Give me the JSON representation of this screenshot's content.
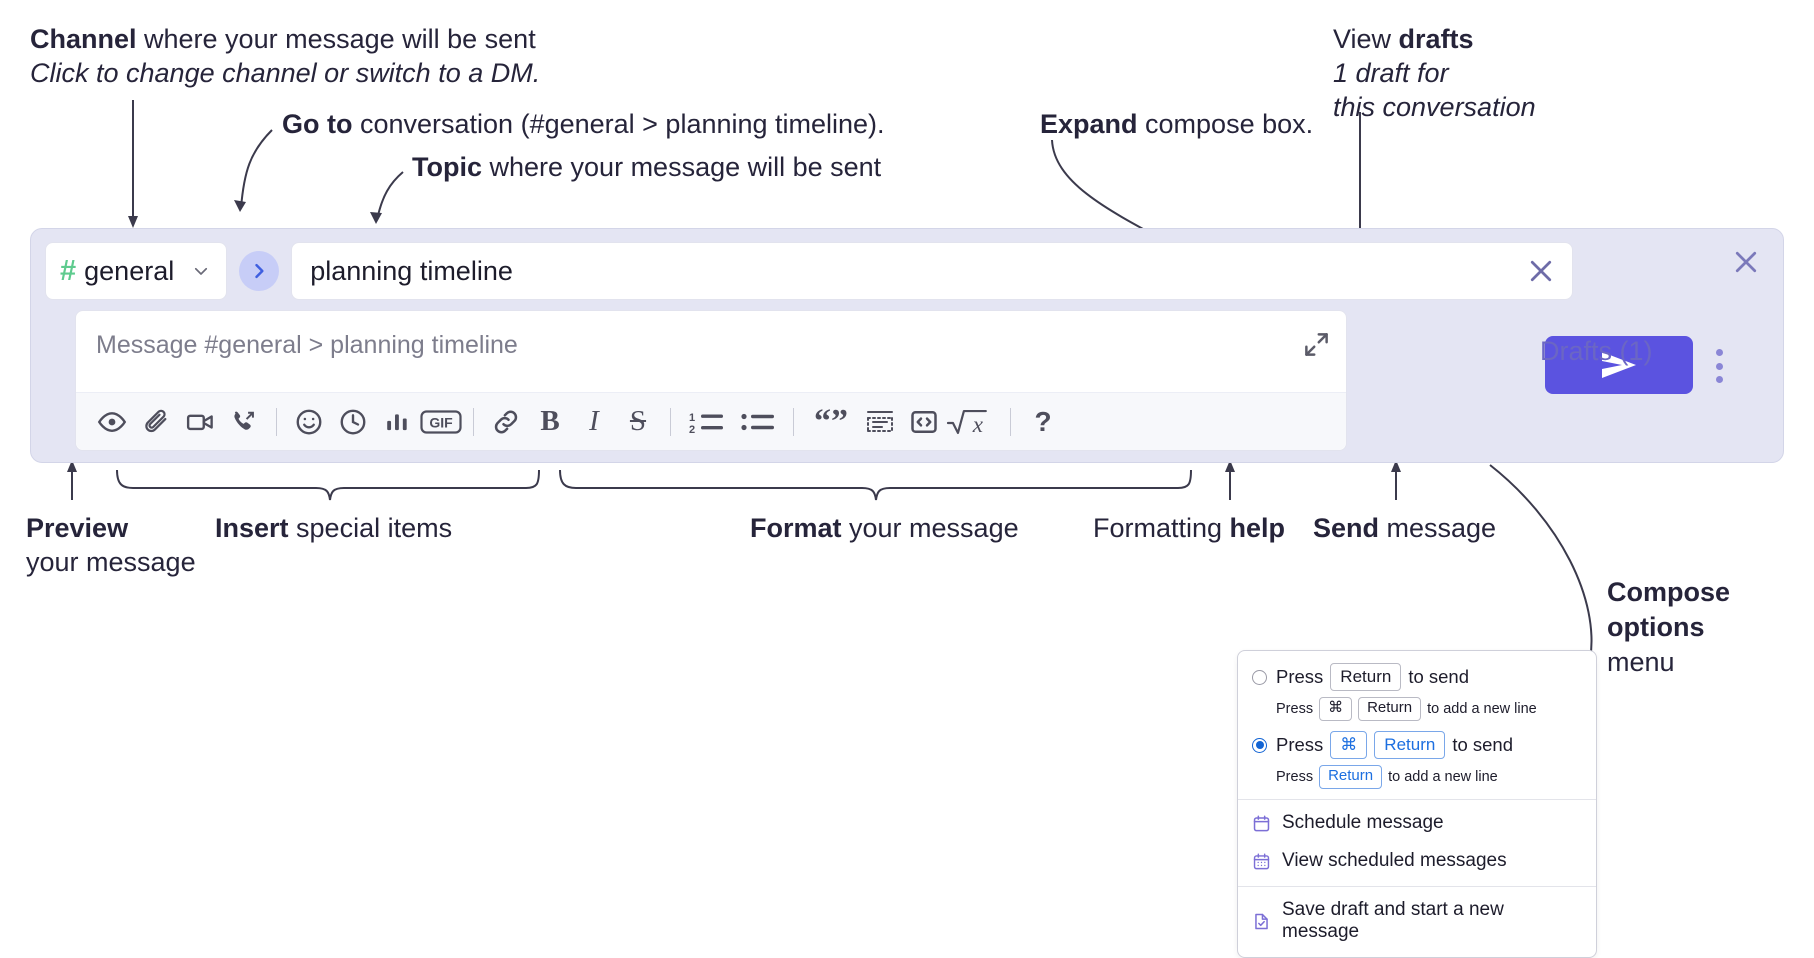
{
  "annotations": {
    "channel": {
      "bold": "Channel",
      "rest": " where your message will be sent",
      "italic": "Click to change channel or switch to a DM."
    },
    "goto": {
      "bold": "Go to",
      "rest": " conversation (#general > planning timeline)."
    },
    "topic": {
      "bold": "Topic",
      "rest": " where your message will be sent"
    },
    "expand": {
      "bold": "Expand",
      "rest": " compose box."
    },
    "drafts": {
      "pre": "View ",
      "bold": "drafts",
      "italic_1": "1 draft for",
      "italic_2": "this conversation"
    },
    "preview": {
      "bold": "Preview",
      "line2": "your message"
    },
    "insert": {
      "bold": "Insert",
      "rest": " special items"
    },
    "format": {
      "bold": "Format",
      "rest": " your message"
    },
    "formatting_help": {
      "pre": "Formatting ",
      "bold": "help"
    },
    "send": {
      "bold": "Send",
      "rest": " message"
    },
    "compose_options": {
      "bold_1": "Compose",
      "bold_2": "options",
      "rest": "menu"
    }
  },
  "compose": {
    "channel_button": {
      "hash": "#",
      "name": "general",
      "icon": "chevron-down-icon"
    },
    "goto_button_icon": "chevron-right-icon",
    "topic_field": {
      "value": "planning timeline",
      "clear_icon": "close-icon"
    },
    "message_input": {
      "placeholder": "Message #general > planning timeline"
    },
    "expand_icon": "expand-icon",
    "send_button": {
      "icon": "send-paperplane-icon",
      "color": "#5b53e0"
    },
    "compose_options_icon": "kebab-vertical-icon",
    "drafts_label": "Drafts (1)",
    "panel_close_icon": "close-icon",
    "toolbar": [
      {
        "name": "preview-icon",
        "label": "Preview"
      },
      {
        "name": "attachment-icon",
        "label": "Attach file"
      },
      {
        "name": "video-icon",
        "label": "Video clip"
      },
      {
        "name": "audio-call-icon",
        "label": "Audio clip"
      },
      {
        "name": "separator",
        "label": ""
      },
      {
        "name": "emoji-icon",
        "label": "Emoji"
      },
      {
        "name": "clock-icon",
        "label": "Reminder"
      },
      {
        "name": "poll-icon",
        "label": "Poll"
      },
      {
        "name": "gif-icon",
        "label": "GIF"
      },
      {
        "name": "separator",
        "label": ""
      },
      {
        "name": "link-icon",
        "label": "Link"
      },
      {
        "name": "bold-icon",
        "label": "B"
      },
      {
        "name": "italic-icon",
        "label": "I"
      },
      {
        "name": "strikethrough-icon",
        "label": "S"
      },
      {
        "name": "separator",
        "label": ""
      },
      {
        "name": "ordered-list-icon",
        "label": "Ordered list"
      },
      {
        "name": "bulleted-list-icon",
        "label": "Bulleted list"
      },
      {
        "name": "separator",
        "label": ""
      },
      {
        "name": "blockquote-icon",
        "label": "Blockquote"
      },
      {
        "name": "code-block-icon",
        "label": "Code block"
      },
      {
        "name": "code-icon",
        "label": "Code"
      },
      {
        "name": "math-icon",
        "label": "Math"
      },
      {
        "name": "separator",
        "label": ""
      },
      {
        "name": "help-icon",
        "label": "?"
      }
    ]
  },
  "menu": {
    "options": [
      {
        "selected": false,
        "main": [
          {
            "t": "Press",
            "k": false
          },
          {
            "t": "Return",
            "k": true
          },
          {
            "t": "to send",
            "k": false
          }
        ],
        "sub": [
          {
            "t": "Press",
            "k": false
          },
          {
            "t": "⌘",
            "k": true
          },
          {
            "t": "Return",
            "k": true
          },
          {
            "t": "to add a new line",
            "k": false
          }
        ]
      },
      {
        "selected": true,
        "main": [
          {
            "t": "Press",
            "k": false
          },
          {
            "t": "⌘",
            "k": true,
            "blue": true
          },
          {
            "t": "Return",
            "k": true,
            "blue": true
          },
          {
            "t": "to send",
            "k": false
          }
        ],
        "sub": [
          {
            "t": "Press",
            "k": false
          },
          {
            "t": "Return",
            "k": true,
            "blue": true
          },
          {
            "t": "to add a new line",
            "k": false
          }
        ]
      }
    ],
    "items": [
      {
        "icon": "calendar-icon",
        "label": "Schedule message"
      },
      {
        "icon": "calendar-grid-icon",
        "label": "View scheduled messages"
      },
      {
        "icon": "save-draft-icon",
        "label": "Save draft and start a new message",
        "divider_before": true
      }
    ]
  },
  "colors": {
    "panel_bg": "#e4e5f3",
    "accent_purple": "#5b53e0",
    "drafts_text": "#6b66c4",
    "hash_green": "#5ecb8e",
    "goto_bg": "#c7cdf7",
    "radio_blue": "#1264d4"
  }
}
